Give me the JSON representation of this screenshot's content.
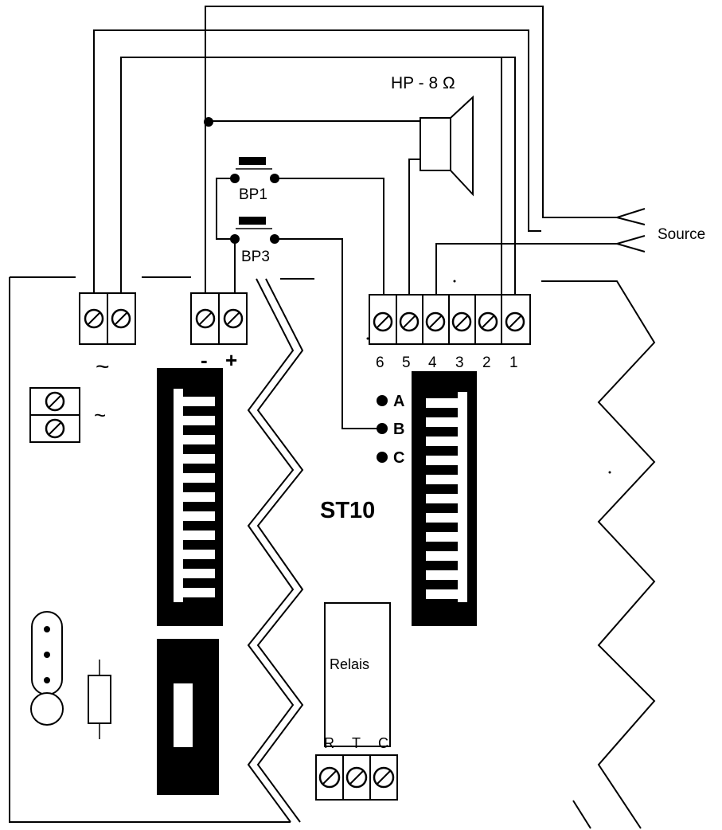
{
  "labels": {
    "speaker": "HP - 8 Ω",
    "source": "Source",
    "bp1": "BP1",
    "bp3": "BP3",
    "board": "ST10",
    "relay": "Relais",
    "ac_top": "~",
    "ac_side": "~",
    "minus": "-",
    "plus": "+"
  },
  "terminal_numbers": [
    "6",
    "5",
    "4",
    "3",
    "2",
    "1"
  ],
  "jumper_points": [
    "A",
    "B",
    "C"
  ],
  "relay_terminals": [
    "R",
    "T",
    "C"
  ]
}
